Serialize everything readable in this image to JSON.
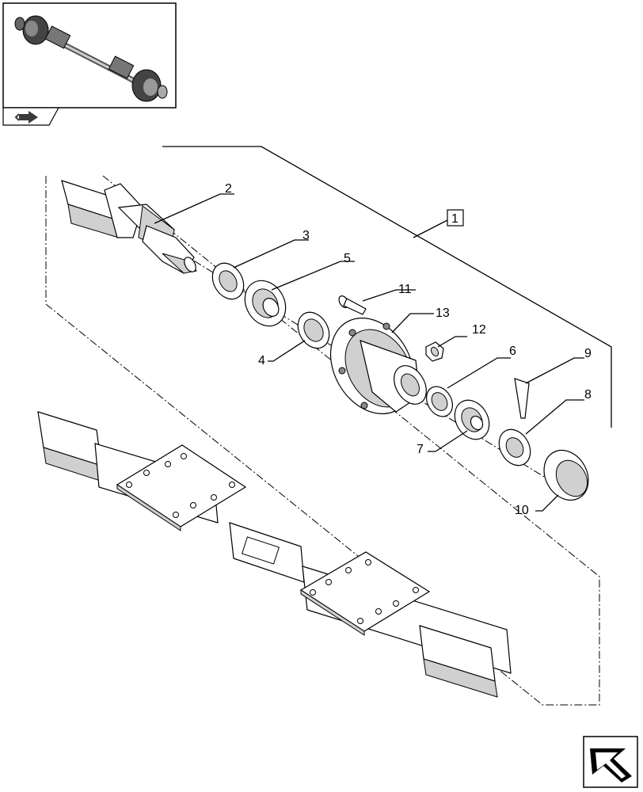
{
  "diagram": {
    "reference_box_label": "1",
    "callouts": [
      "2",
      "3",
      "4",
      "5",
      "6",
      "7",
      "8",
      "9",
      "10",
      "11",
      "12",
      "13"
    ]
  },
  "icons": {
    "thumbnail": "axle-assembly-thumbnail",
    "back": "back-arrow-icon",
    "next": "next-page-arrow-icon"
  }
}
